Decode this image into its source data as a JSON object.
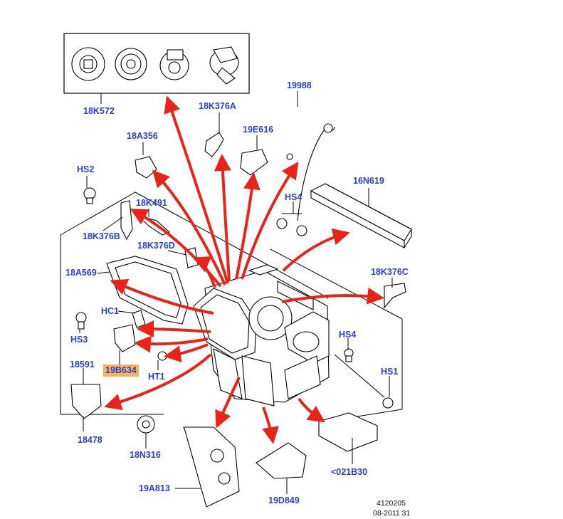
{
  "colors": {
    "label": "#2b3fd6",
    "arrow": "#e8241a",
    "highlight": "#f5b556",
    "line": "#000000"
  },
  "labels": {
    "l_18K572": "18K572",
    "l_18K376A": "18K376A",
    "l_19988": "19988",
    "l_18A356": "18A356",
    "l_19E616": "19E616",
    "l_HS2": "HS2",
    "l_16N619": "16N619",
    "l_18K491": "18K491",
    "l_HS4_top": "HS4",
    "l_18K376B": "18K376B",
    "l_18K376D": "18K376D",
    "l_18A569": "18A569",
    "l_18K376C": "18K376C",
    "l_HC1": "HC1",
    "l_HS3": "HS3",
    "l_HS4_right": "HS4",
    "l_18591": "18591",
    "l_19B634": "19B634",
    "l_HT1": "HT1",
    "l_HS1": "HS1",
    "l_18478": "18478",
    "l_18N316": "18N316",
    "l_021B30": "<021B30",
    "l_19A813": "19A813",
    "l_19D849": "19D849"
  },
  "footer": {
    "code": "4120205",
    "date": "08-2011 31"
  }
}
